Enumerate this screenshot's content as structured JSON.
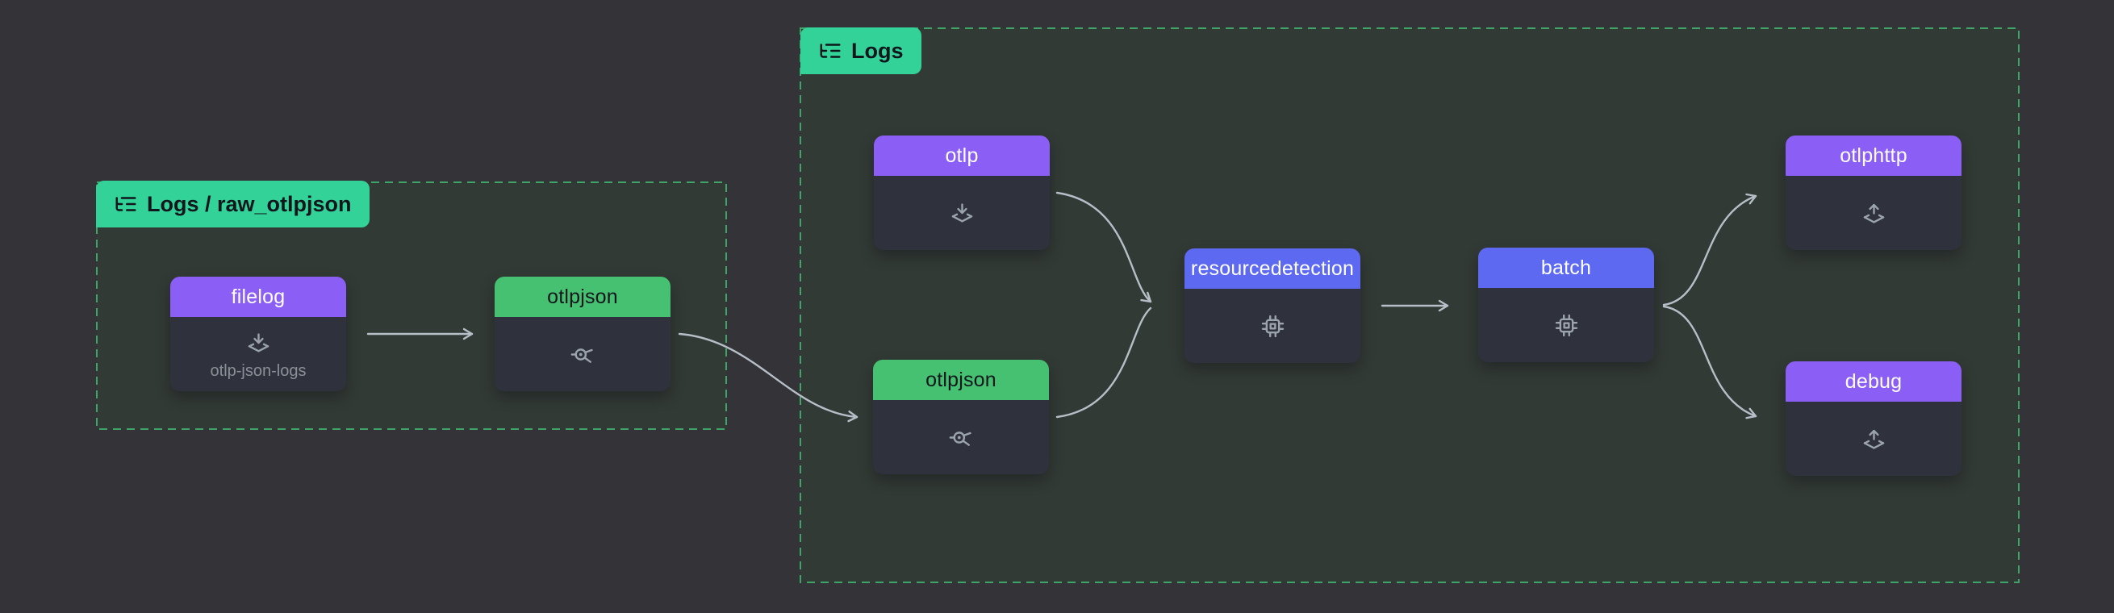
{
  "diagram": {
    "kind": "otel-collector-pipeline-graph"
  },
  "groups": [
    {
      "label": "Logs / raw_otlpjson",
      "icon": "list-tree-icon"
    },
    {
      "label": "Logs",
      "icon": "list-tree-icon"
    }
  ],
  "nodes": [
    {
      "label": "filelog",
      "kind": "receiver",
      "icon": "receiver-icon",
      "subtitle": "otlp-json-logs",
      "group": "Logs / raw_otlpjson"
    },
    {
      "label": "otlpjson",
      "kind": "connector",
      "icon": "connector-icon",
      "group": "Logs / raw_otlpjson"
    },
    {
      "label": "otlp",
      "kind": "receiver",
      "icon": "receiver-icon",
      "group": "Logs"
    },
    {
      "label": "otlpjson",
      "kind": "connector",
      "icon": "connector-icon",
      "group": "Logs"
    },
    {
      "label": "resourcedetection",
      "kind": "processor",
      "icon": "processor-icon",
      "group": "Logs"
    },
    {
      "label": "batch",
      "kind": "processor",
      "icon": "processor-icon",
      "group": "Logs"
    },
    {
      "label": "otlphttp",
      "kind": "exporter",
      "icon": "exporter-icon",
      "group": "Logs"
    },
    {
      "label": "debug",
      "kind": "exporter",
      "icon": "exporter-icon",
      "group": "Logs"
    }
  ],
  "edges": [
    {
      "from": "filelog",
      "to": "otlpjson (Logs / raw_otlpjson)"
    },
    {
      "from": "otlpjson (Logs / raw_otlpjson)",
      "to": "otlpjson (Logs)"
    },
    {
      "from": "otlp",
      "to": "resourcedetection"
    },
    {
      "from": "otlpjson (Logs)",
      "to": "resourcedetection"
    },
    {
      "from": "resourcedetection",
      "to": "batch"
    },
    {
      "from": "batch",
      "to": "otlphttp"
    },
    {
      "from": "batch",
      "to": "debug"
    }
  ],
  "colors": {
    "canvas_bg": "#343337",
    "group_bg": "#323a36",
    "group_border": "#3fa468",
    "group_label_bg": "#33d298",
    "group_label_text": "#10161c",
    "receiver_header": "#8b5ff5",
    "exporter_header": "#8b5ff5",
    "processor_header": "#5c69f0",
    "connector_header": "#46c171",
    "node_body": "#2f323c",
    "node_icon": "#9ba3ad",
    "subtitle_text": "#8a9097",
    "arrow": "#b6bfc7"
  }
}
